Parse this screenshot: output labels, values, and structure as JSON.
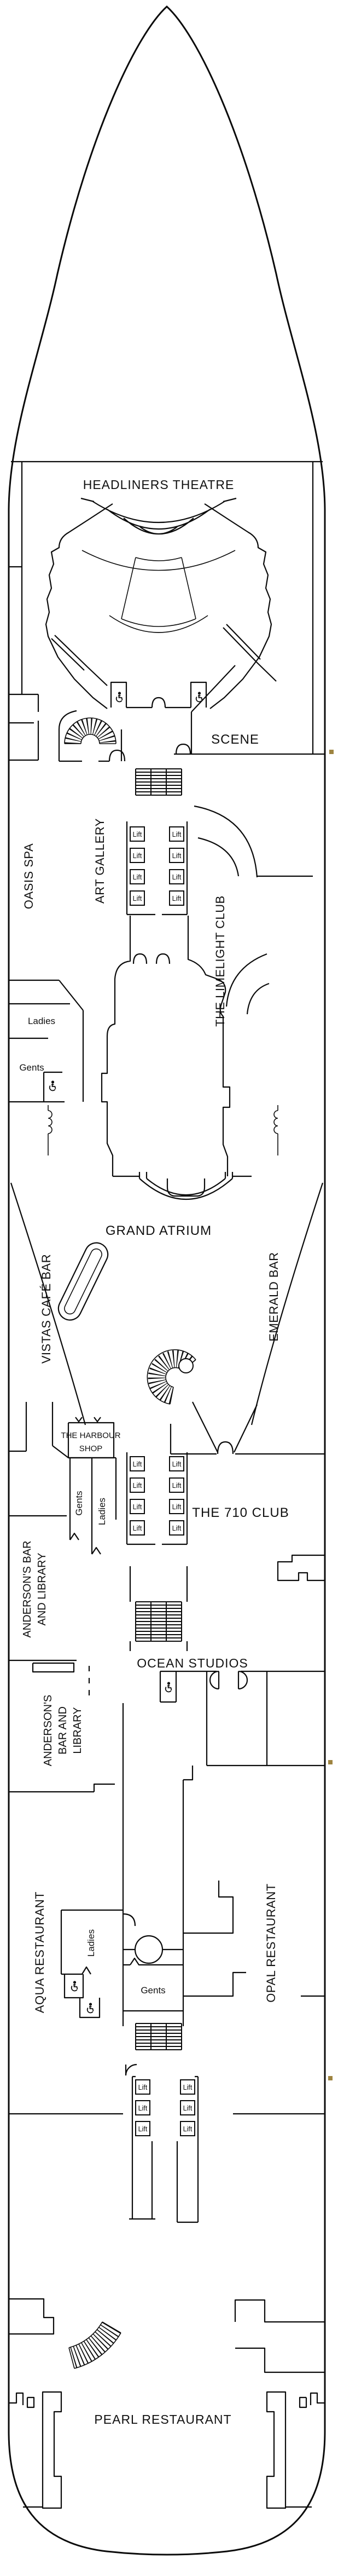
{
  "deck_plan": {
    "venues": {
      "headliners_theatre": "HEADLINERS THEATRE",
      "scene": "SCENE",
      "oasis_spa": "OASIS SPA",
      "art_gallery": "ART GALLERY",
      "limelight_club": "THE LIMELIGHT CLUB",
      "grand_atrium": "GRAND ATRIUM",
      "vistas_cafe_bar": "VISTAS CAFÉ BAR",
      "emerald_bar": "EMERALD BAR",
      "harbour_shop_line1": "THE HARBOUR",
      "harbour_shop_line2": "SHOP",
      "club_710": "THE 710 CLUB",
      "andersons_upper_line1": "ANDERSON'S BAR",
      "andersons_upper_line2": "AND LIBRARY",
      "ocean_studios": "OCEAN STUDIOS",
      "andersons_lower_line1": "ANDERSON'S",
      "andersons_lower_line2": "BAR AND",
      "andersons_lower_line3": "LIBRARY",
      "aqua_restaurant": "AQUA RESTAURANT",
      "opal_restaurant": "OPAL RESTAURANT",
      "pearl_restaurant": "PEARL RESTAURANT"
    },
    "facilities": {
      "ladies": "Ladies",
      "gents": "Gents",
      "lift": "Lift"
    },
    "icons": {
      "wheelchair": "wheelchair-accessible"
    },
    "colors": {
      "line": "#0b0b0b",
      "background": "#ffffff",
      "edge_marker": "#9e8440"
    }
  }
}
